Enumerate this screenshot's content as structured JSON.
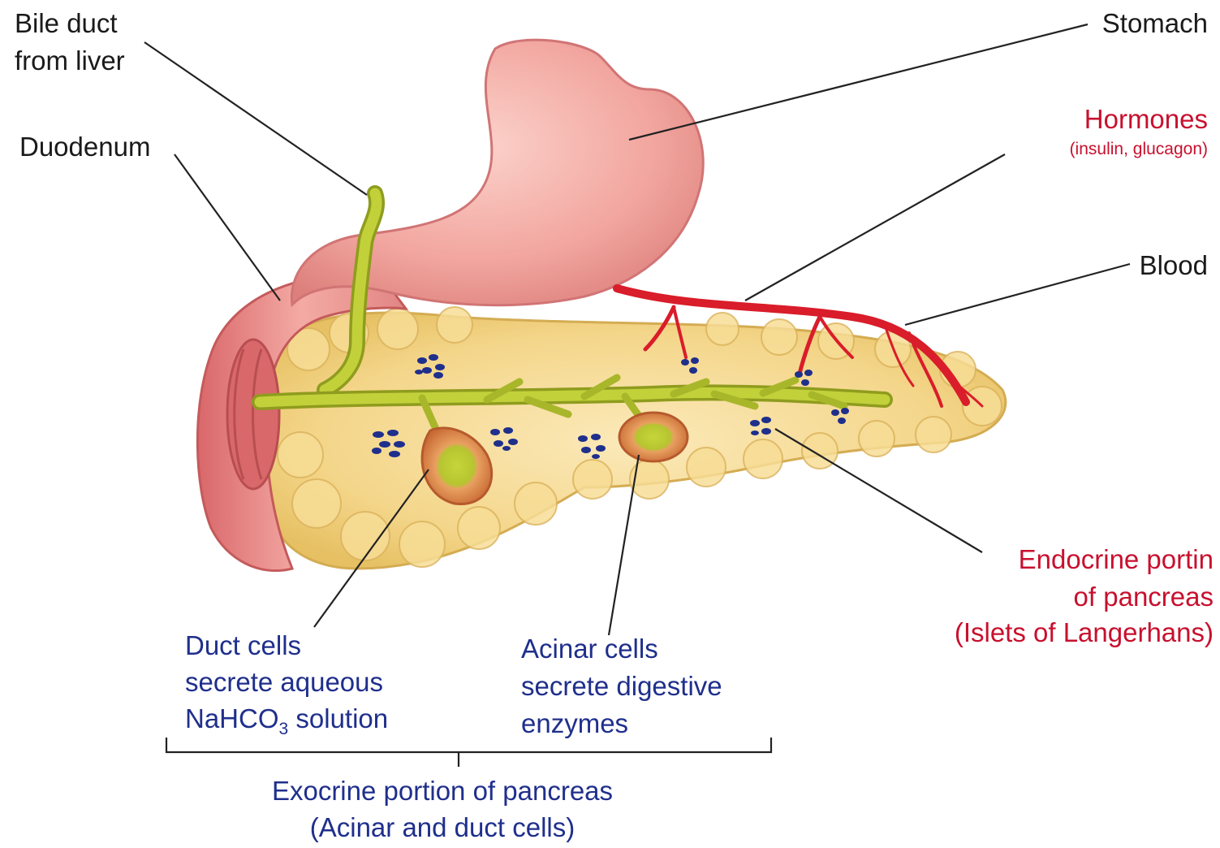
{
  "labels": {
    "bile_duct": [
      "Bile duct",
      "from liver"
    ],
    "duodenum": "Duodenum",
    "stomach": "Stomach",
    "hormones": "Hormones",
    "hormones_detail": "(insulin, glucagon)",
    "blood": "Blood",
    "endocrine": [
      "Endocrine portin",
      "of pancreas",
      "(Islets of Langerhans)"
    ],
    "duct_cells": [
      "Duct cells",
      "secrete aqueous",
      "NaHCO",
      "3",
      " solution"
    ],
    "acinar_cells": [
      "Acinar cells",
      "secrete digestive",
      "enzymes"
    ],
    "exocrine": [
      "Exocrine portion of pancreas",
      "(Acinar and duct cells)"
    ]
  },
  "colors": {
    "black_label": "#1a1a1a",
    "red_label": "#c8102e",
    "blue_label": "#1f2f8c",
    "stomach": "#f2a7a0",
    "duodenum": "#e98a86",
    "pancreas": "#f2d27c",
    "duct": "#b9c832",
    "blood": "#d91d2a",
    "islets": "#1f2f8c"
  }
}
